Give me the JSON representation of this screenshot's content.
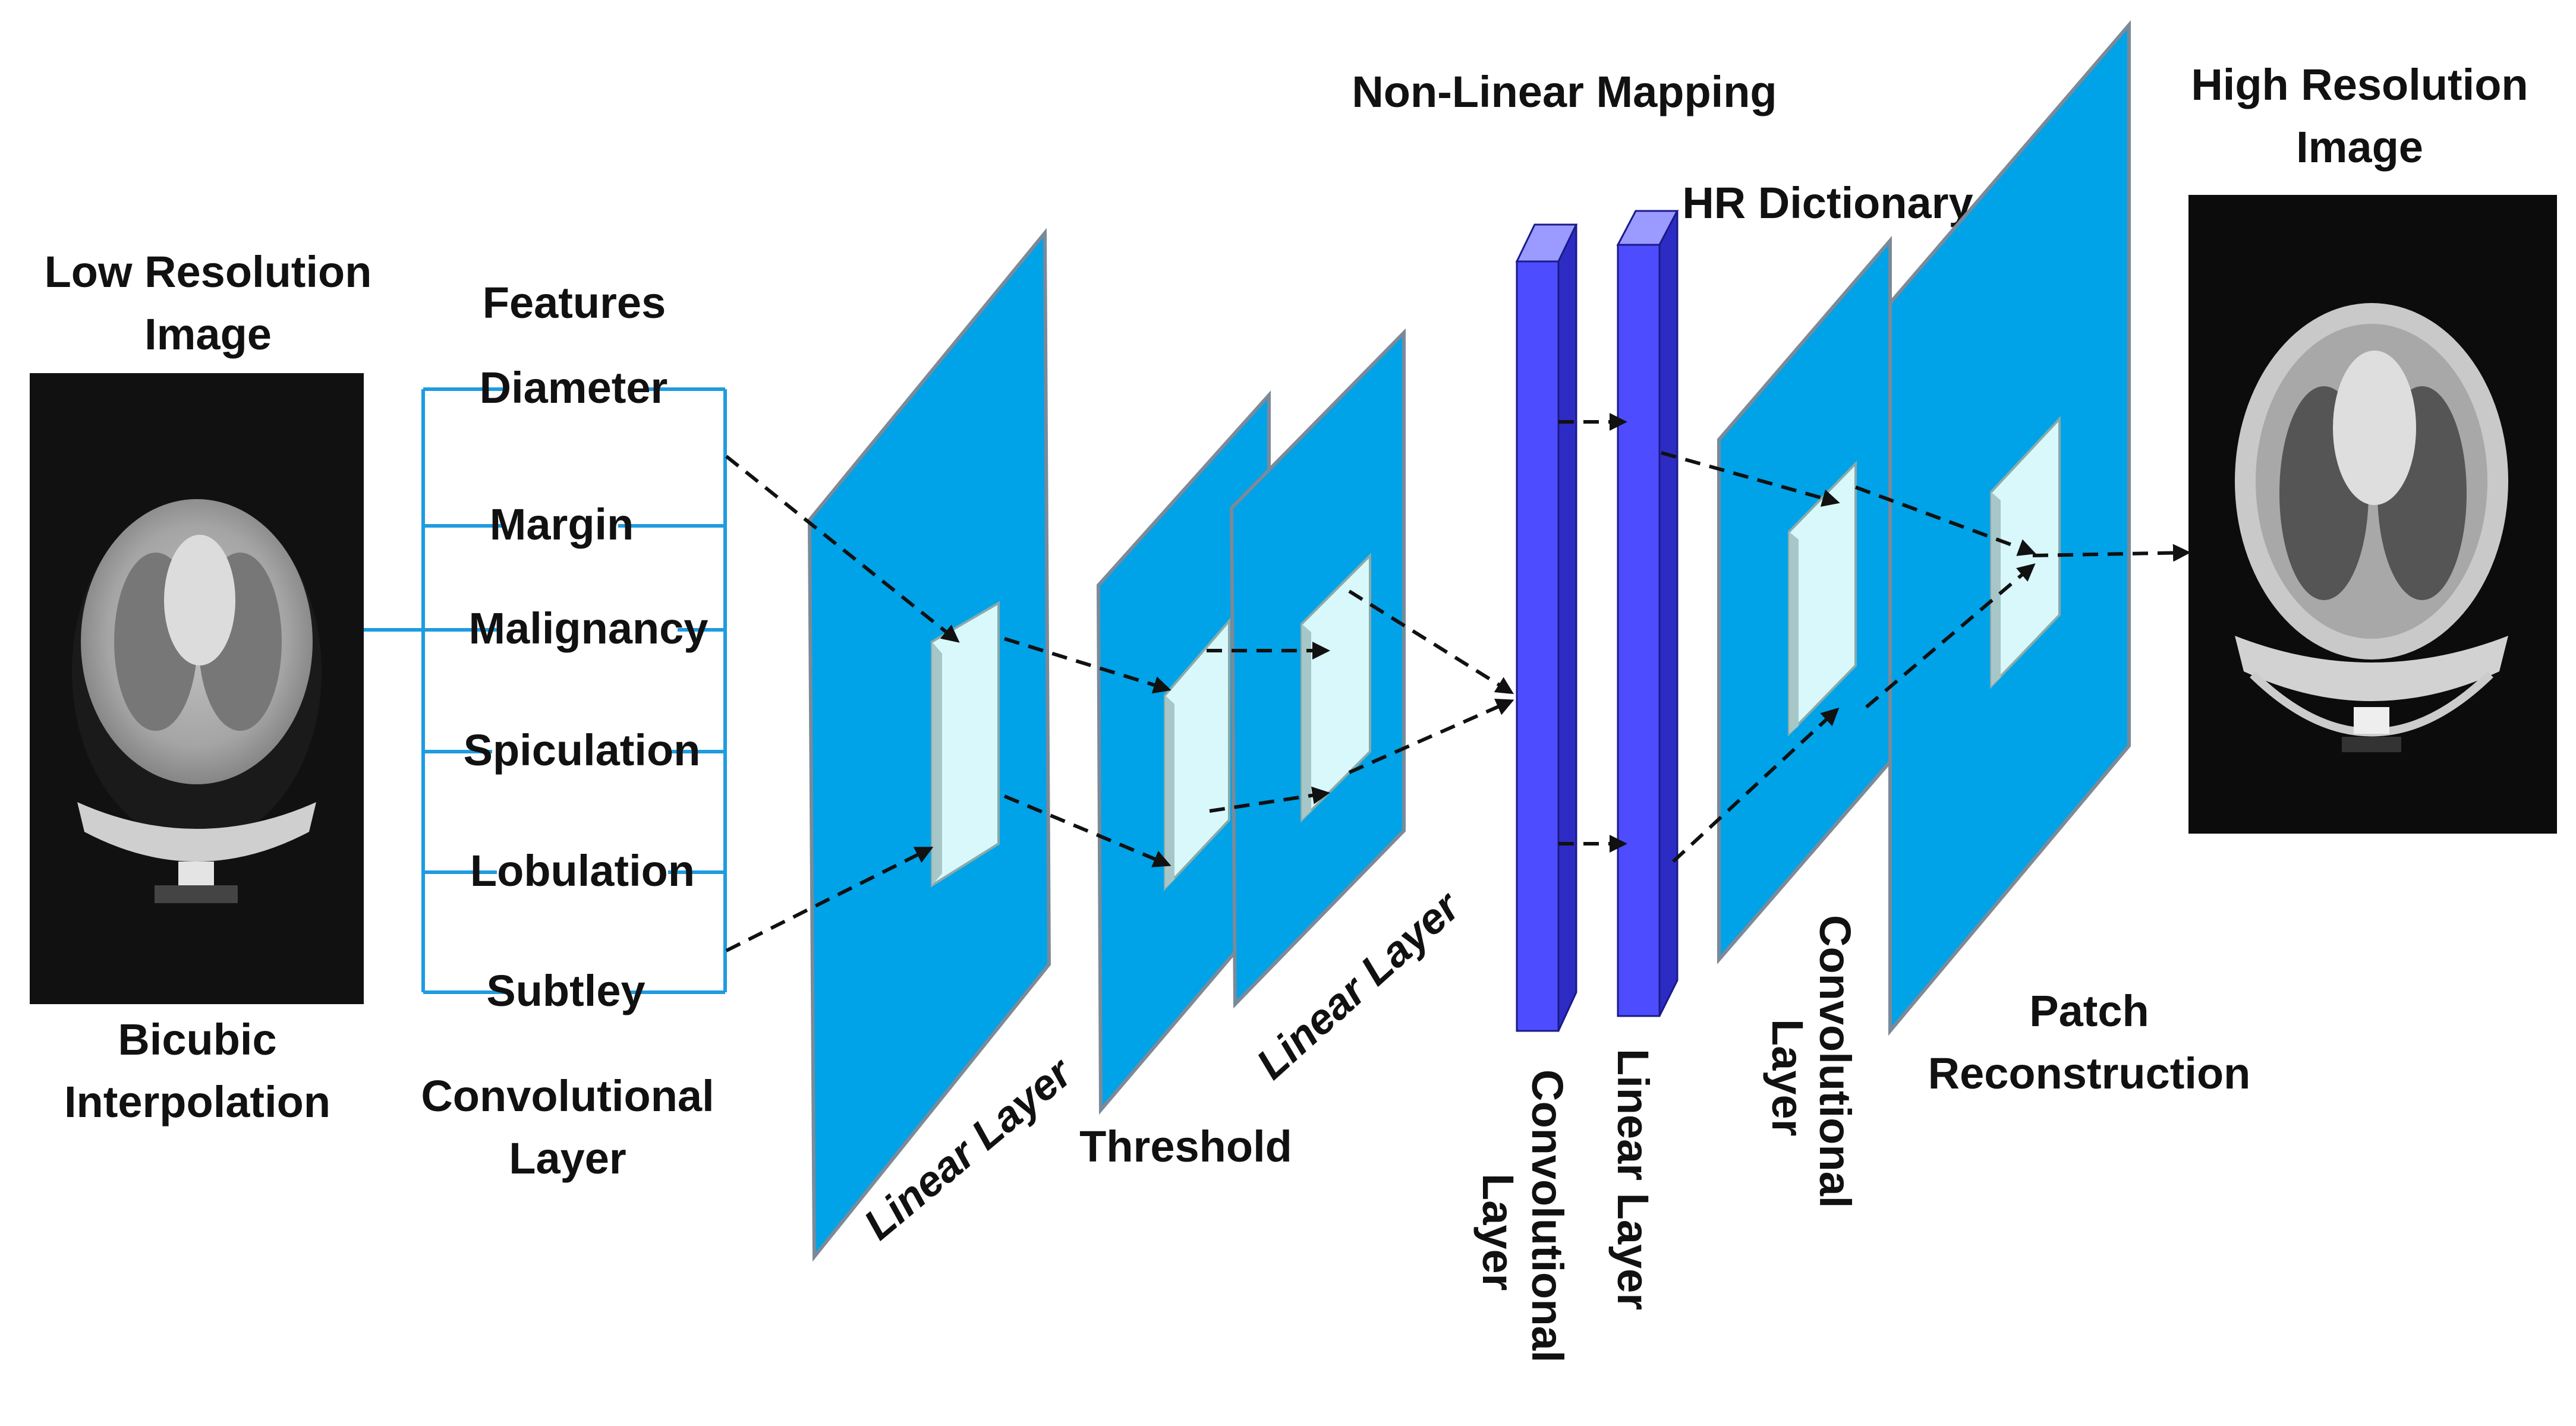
{
  "labels": {
    "low_res_line1": "Low Resolution",
    "low_res_line2": "Image",
    "bicubic_line1": "Bicubic",
    "bicubic_line2": "Interpolation",
    "features_title": "Features",
    "conv_layer_line1": "Convolutional",
    "conv_layer_line2": "Layer",
    "linear_layer_1": "Linear Layer",
    "threshold": "Threshold",
    "linear_layer_2": "Linear Layer",
    "non_linear_mapping": "Non-Linear Mapping",
    "conv_layer_vert_line1": "Convolutional",
    "conv_layer_vert_line2": "Layer",
    "linear_layer_vert": "Linear Layer",
    "hr_dictionary": "HR Dictionary",
    "conv_layer_3_line1": "Convolutional",
    "conv_layer_3_line2": "Layer",
    "patch_line1": "Patch",
    "patch_line2": "Reconstruction",
    "high_res_line1": "High Resolution",
    "high_res_line2": "Image"
  },
  "features": [
    "Diameter",
    "Margin",
    "Malignancy",
    "Spiculation",
    "Lobulation",
    "Subtley"
  ],
  "colors": {
    "plane": "#00a2e8",
    "plane_edge": "#7a8a99",
    "patch": "#d8f8fb",
    "bar": "#4d4dff",
    "bar_side": "#2c2cc4",
    "bar_top": "#9a9aff",
    "bracket": "#1f9be0",
    "arrow": "#111111"
  },
  "icons": [
    "ct-scan-low-res-image",
    "ct-scan-high-res-image"
  ]
}
